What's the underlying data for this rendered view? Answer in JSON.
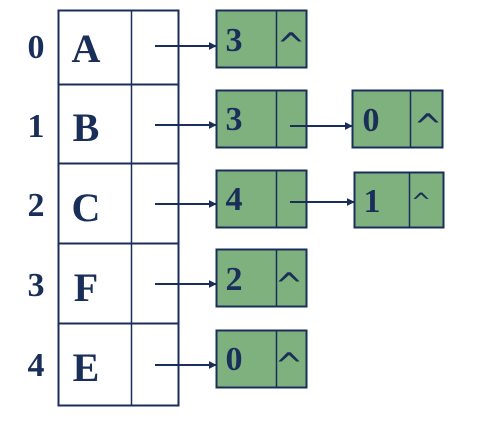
{
  "colors": {
    "node_fill": "#7fb17f",
    "stroke": "#1a2e5a",
    "text": "#1a2e5a",
    "vertex_fill": "#ffffff"
  },
  "vertices": [
    {
      "index": "0",
      "name": "A"
    },
    {
      "index": "1",
      "name": "B"
    },
    {
      "index": "2",
      "name": "C"
    },
    {
      "index": "3",
      "name": "F"
    },
    {
      "index": "4",
      "name": "E"
    }
  ],
  "adjacency": [
    [
      {
        "value": "3",
        "next": "^"
      }
    ],
    [
      {
        "value": "3",
        "next": ""
      },
      {
        "value": "0",
        "next": "^"
      }
    ],
    [
      {
        "value": "4",
        "next": ""
      },
      {
        "value": "1",
        "next": "^"
      }
    ],
    [
      {
        "value": "2",
        "next": "^"
      }
    ],
    [
      {
        "value": "0",
        "next": "^"
      }
    ]
  ]
}
